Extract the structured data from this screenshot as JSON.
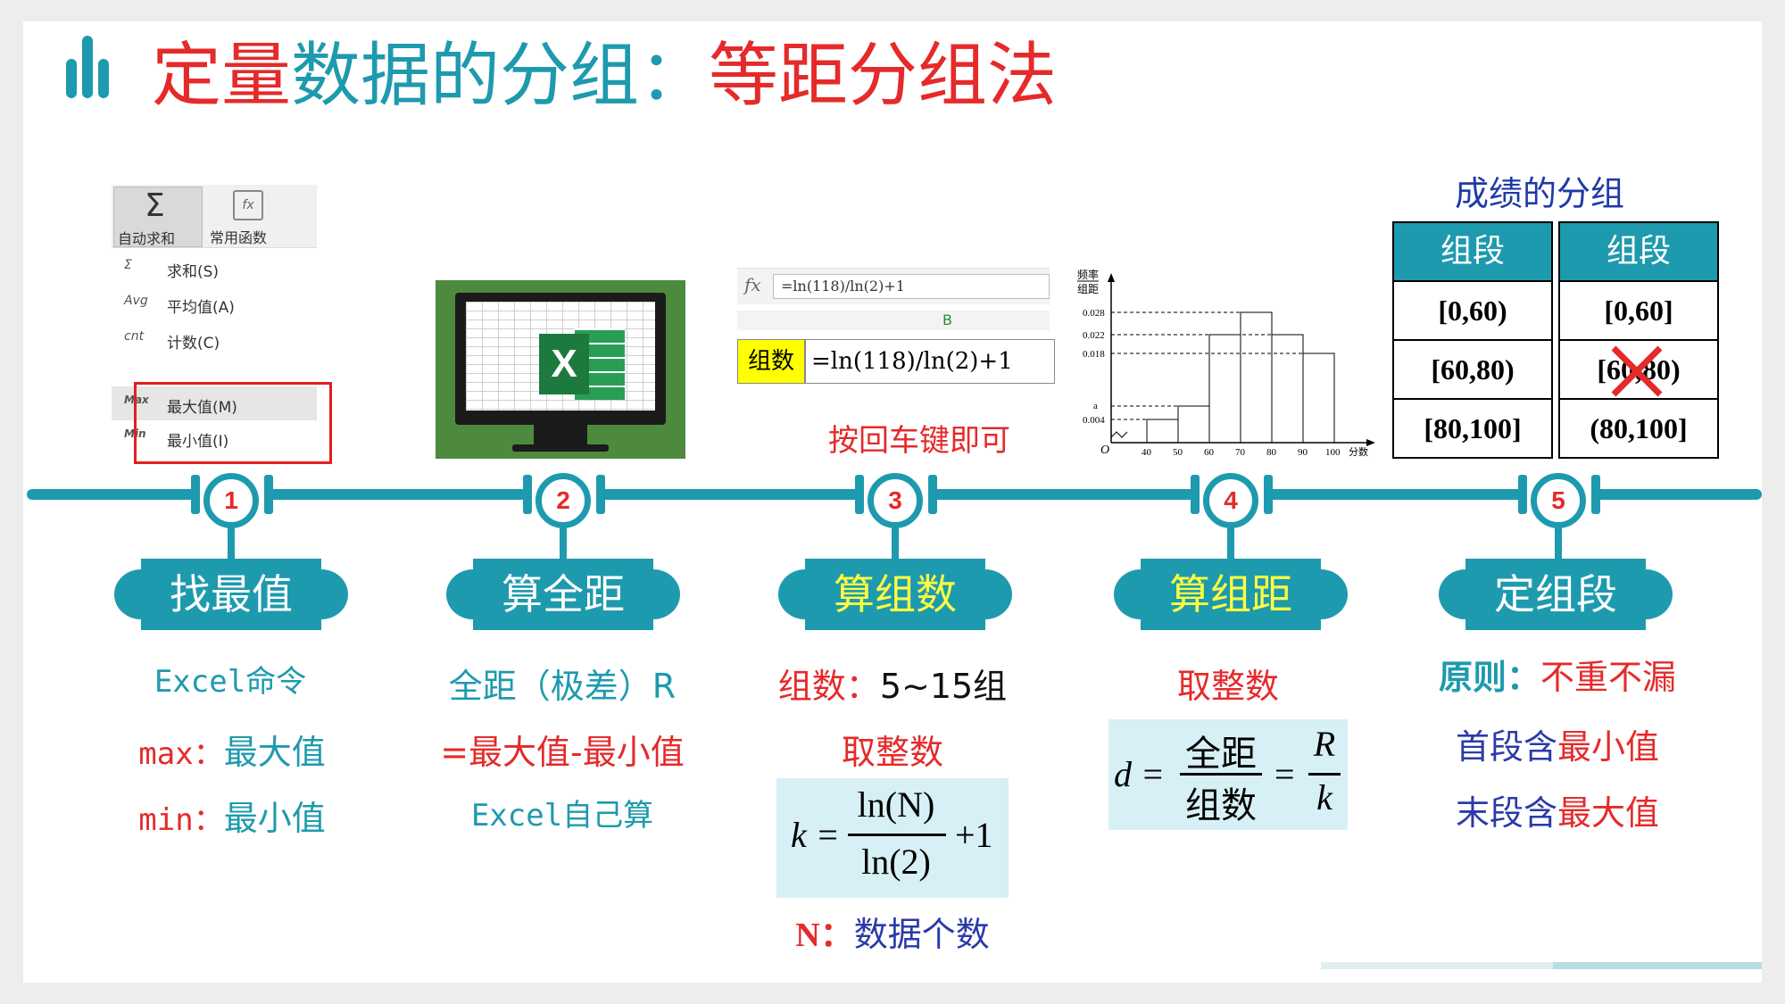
{
  "title": {
    "part1": "定量",
    "part2": "数据的分组：",
    "part3": "等距分组法"
  },
  "excel_menu": {
    "autosum_label": "自动求和",
    "common_func_label": "常用函数",
    "items": [
      {
        "icon": "Σ",
        "label": "求和(S)"
      },
      {
        "icon": "Avg",
        "label": "平均值(A)"
      },
      {
        "icon": "cnt",
        "label": "计数(C)"
      },
      {
        "icon": "Max",
        "label": "最大值(M)"
      },
      {
        "icon": "Min",
        "label": "最小值(I)"
      }
    ]
  },
  "formula_bar": {
    "fx": "fx",
    "formula": "=ln(118)/ln(2)+1",
    "column": "B",
    "cell_label": "组数",
    "cell_formula": "=ln(118)/ln(2)+1",
    "note": "按回车键即可"
  },
  "histogram": {
    "ylabel_top": "频率",
    "ylabel_bottom": "组距",
    "yticks": [
      "0.028",
      "0.022",
      "0.018",
      "a",
      "0.004"
    ],
    "xticks": [
      "40",
      "50",
      "60",
      "70",
      "80",
      "90",
      "100"
    ],
    "xlabel": "分数",
    "origin": "O"
  },
  "grouping": {
    "title": "成绩的分组",
    "tables": [
      {
        "header": "组段",
        "rows": [
          "[0,60)",
          "[60,80)",
          "[80,100]"
        ]
      },
      {
        "header": "组段",
        "rows": [
          "[0,60]",
          "[60,80)",
          "(80,100]"
        ]
      }
    ]
  },
  "steps": [
    {
      "num": "1",
      "label": "找最值"
    },
    {
      "num": "2",
      "label": "算全距"
    },
    {
      "num": "3",
      "label": "算组数"
    },
    {
      "num": "4",
      "label": "算组距"
    },
    {
      "num": "5",
      "label": "定组段"
    }
  ],
  "step1": {
    "line1": "Excel命令",
    "max_key": "max：",
    "max_val": "最大值",
    "min_key": "min：",
    "min_val": "最小值"
  },
  "step2": {
    "line1": "全距（极差）R",
    "line2": "=最大值-最小值",
    "line3": "Excel自己算"
  },
  "step3": {
    "key": "组数：",
    "val": "5~15组",
    "line2": "取整数",
    "formula": {
      "lhs": "k =",
      "num": "ln(N)",
      "den": "ln(2)",
      "tail": "+1"
    },
    "note_key": "N：",
    "note_val": "数据个数"
  },
  "step4": {
    "line1": "取整数",
    "formula": {
      "lhs": "d =",
      "num": "全距",
      "den": "组数",
      "eq": "=",
      "num2": "R",
      "den2": "k"
    }
  },
  "step5": {
    "key": "原则：",
    "val": "不重不漏",
    "line2a": "首段含",
    "line2b": "最小值",
    "line3a": "末段含",
    "line3b": "最大值"
  },
  "colors": {
    "accent": "#1e9aae",
    "red": "#e52a2a",
    "blue": "#2a3aa8",
    "formula_bg": "#d7f0f6"
  }
}
